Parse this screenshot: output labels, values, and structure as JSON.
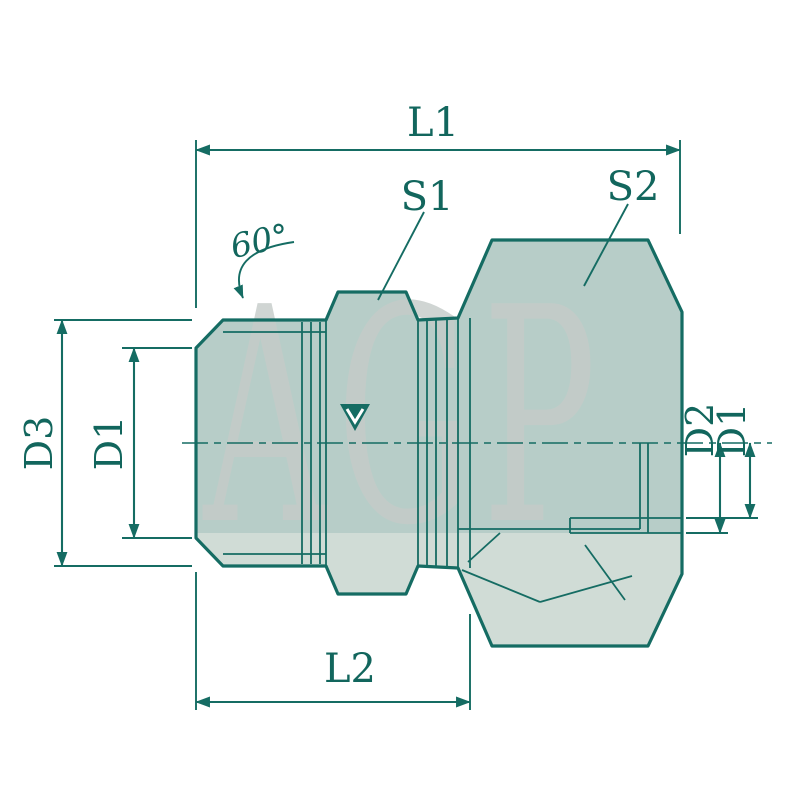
{
  "diagram": {
    "watermark": "AGP",
    "labels": {
      "l1": "L1",
      "l2": "L2",
      "s1": "S1",
      "s2": "S2",
      "d3": "D3",
      "d1_left": "D1",
      "d2_right": "D2",
      "d1_right": "D1",
      "angle": "60°"
    },
    "colors": {
      "line": "#156c63",
      "body_fill": "#b7cdc8",
      "body_fill_light": "#d0dcd6",
      "watermark": "#c5cbc9",
      "background": "#ffffff"
    }
  }
}
